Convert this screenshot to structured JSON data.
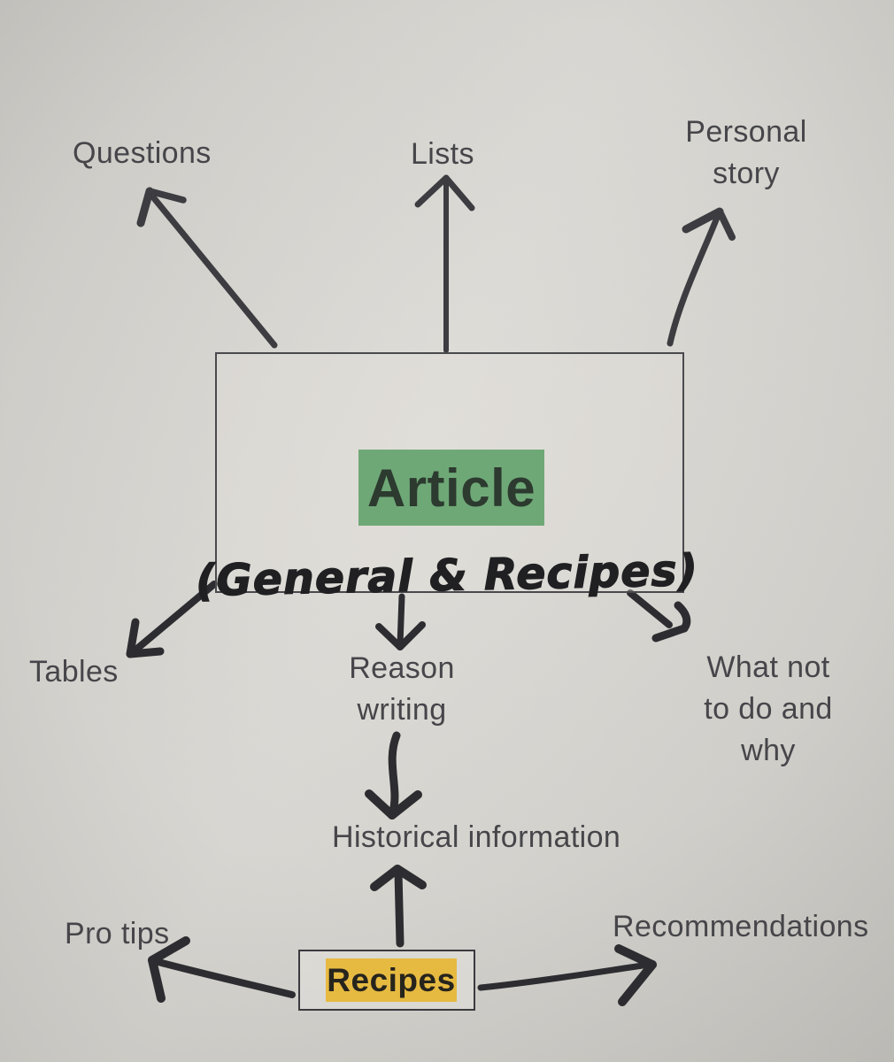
{
  "paper": {
    "description": "Hand-annotated mind map for planning an article, photographed on paper",
    "colors": {
      "paper": "#d6d4cf",
      "marker_ink": "#2d2d31",
      "pen_ink": "#3c3c41",
      "printed_text": "#46464a",
      "article_highlight": "#6fa877",
      "recipes_highlight": "#e6ba41",
      "box_border": "#4a4a4e"
    }
  },
  "nodes": {
    "article": {
      "label": "Article",
      "subtitle": "(General & Recipes)"
    },
    "questions": {
      "label": "Questions"
    },
    "lists": {
      "label": "Lists"
    },
    "personal_story": {
      "line1": "Personal",
      "line2": "story"
    },
    "tables": {
      "label": "Tables"
    },
    "reason_writing": {
      "line1": "Reason",
      "line2": "writing"
    },
    "what_not": {
      "line1": "What not",
      "line2": "to do and",
      "line3": "why"
    },
    "historical": {
      "label": "Historical information"
    },
    "recipes": {
      "label": "Recipes"
    },
    "pro_tips": {
      "label": "Pro tips"
    },
    "recommendations": {
      "label": "Recommendations"
    }
  },
  "edges": [
    {
      "from": "Article (General & Recipes)",
      "to": "Questions"
    },
    {
      "from": "Article (General & Recipes)",
      "to": "Lists"
    },
    {
      "from": "Article (General & Recipes)",
      "to": "Personal story"
    },
    {
      "from": "Article (General & Recipes)",
      "to": "Tables"
    },
    {
      "from": "Article (General & Recipes)",
      "to": "Reason writing"
    },
    {
      "from": "Article (General & Recipes)",
      "to": "What not to do and why"
    },
    {
      "from": "Reason writing",
      "to": "Historical information"
    },
    {
      "from": "Recipes",
      "to": "Historical information"
    },
    {
      "from": "Recipes",
      "to": "Pro tips"
    },
    {
      "from": "Recipes",
      "to": "Recommendations"
    }
  ]
}
